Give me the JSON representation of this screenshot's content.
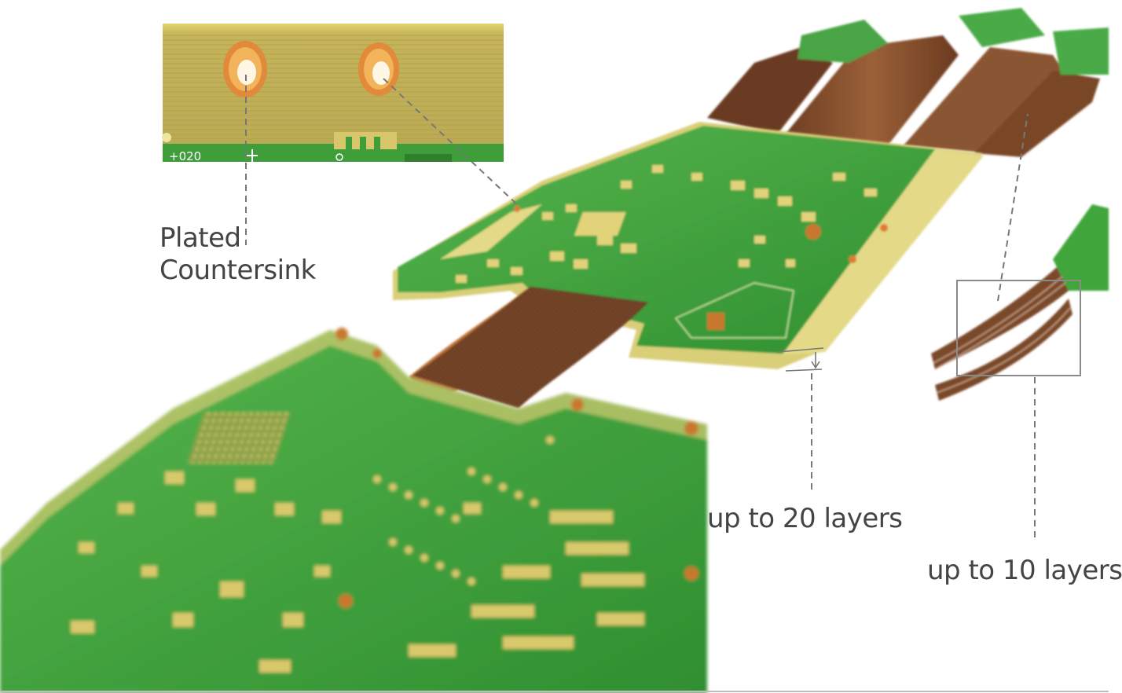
{
  "labels": {
    "plated_countersink": [
      "Plated",
      "Countersink"
    ],
    "rigid_layers": "up to 20 layers",
    "flex_layers": "up to 10 layers"
  },
  "inset_text": "+020",
  "colors": {
    "pcb_green": "#3fa53a",
    "pcb_green_dark": "#2e8a2c",
    "gold_pad": "#d8c66a",
    "flex_brown": "#7a4a2c",
    "copper": "#c8782e",
    "inset_bg": "#c9b95a",
    "callout_line": "#7a7a7a",
    "label_text": "#444444"
  }
}
